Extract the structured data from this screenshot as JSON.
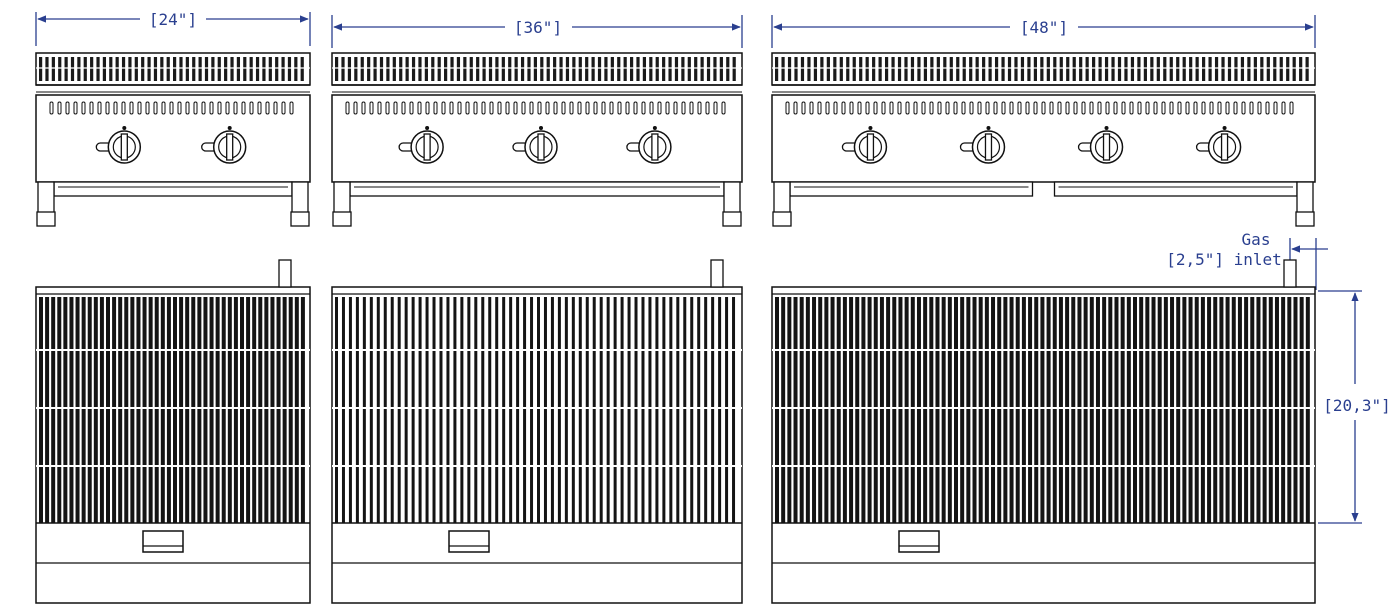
{
  "colors": {
    "dimension": "#2a3f8f",
    "ink": "#111111",
    "background": "#ffffff"
  },
  "labels": {
    "width_24": "[24\"]",
    "width_36": "[36\"]",
    "width_48": "[48\"]",
    "gas_line1": "Gas",
    "gas_line2": "[2,5\"] inlet",
    "depth": "[20,3\"]"
  },
  "units": [
    {
      "model": "24",
      "knobs": 2,
      "drip_trays": 1
    },
    {
      "model": "36",
      "knobs": 3,
      "drip_trays": 1
    },
    {
      "model": "48",
      "knobs": 4,
      "drip_trays": 2
    }
  ]
}
